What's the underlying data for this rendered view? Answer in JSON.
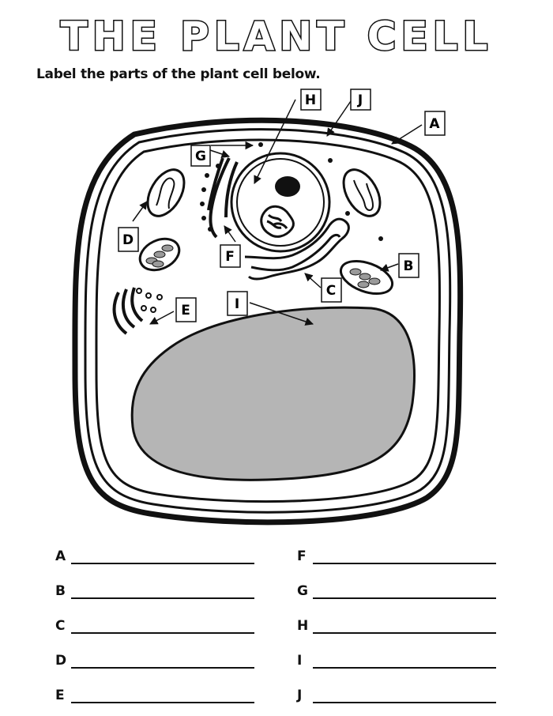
{
  "title": "THE PLANT CELL",
  "instructions": "Label the parts of the plant cell below.",
  "labels": {
    "A": "A",
    "B": "B",
    "C": "C",
    "D": "D",
    "E": "E",
    "F": "F",
    "G": "G",
    "H": "H",
    "I": "I",
    "J": "J"
  },
  "answers": [
    {
      "letter": "A"
    },
    {
      "letter": "B"
    },
    {
      "letter": "C"
    },
    {
      "letter": "D"
    },
    {
      "letter": "E"
    },
    {
      "letter": "F"
    },
    {
      "letter": "G"
    },
    {
      "letter": "H"
    },
    {
      "letter": "I"
    },
    {
      "letter": "J"
    }
  ],
  "colors": {
    "ink": "#111111",
    "fill_gray": "#b5b5b5",
    "chloro_gray": "#9a9a9a"
  }
}
